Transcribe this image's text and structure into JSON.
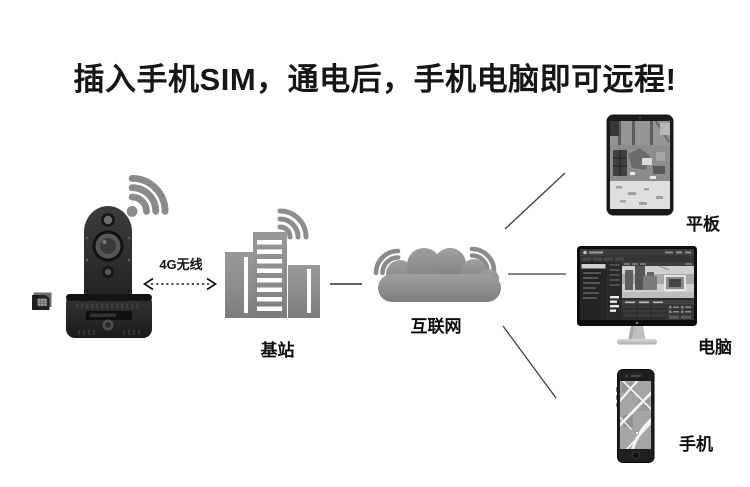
{
  "title": "插入手机SIM，通电后，手机电脑即可远程!",
  "colors": {
    "background": "#ffffff",
    "icon_gray": "#8a8a8a",
    "connector": "#3f3f3f",
    "text": "#111111"
  },
  "link": {
    "wireless_label": "4G无线",
    "style": "dashed-double-arrow"
  },
  "nodes": {
    "camera": {
      "icon": "ptz-camera-icon",
      "wifi_icon": "wifi-signal-icon",
      "sim_icon": "sim-card-icon"
    },
    "base_station": {
      "label": "基站",
      "icon": "base-station-icon",
      "waves_icon": "radio-waves-icon"
    },
    "internet": {
      "label": "互联网",
      "icon": "cloud-icon",
      "waves_icon": "radio-waves-icon"
    }
  },
  "devices": {
    "tablet": {
      "label": "平板",
      "icon": "tablet-icon",
      "screen_content": "camera-photo"
    },
    "computer": {
      "label": "电脑",
      "icon": "desktop-monitor-icon",
      "screen_content": "cms-software"
    },
    "phone": {
      "label": "手机",
      "icon": "smartphone-icon",
      "screen_content": "map"
    }
  }
}
